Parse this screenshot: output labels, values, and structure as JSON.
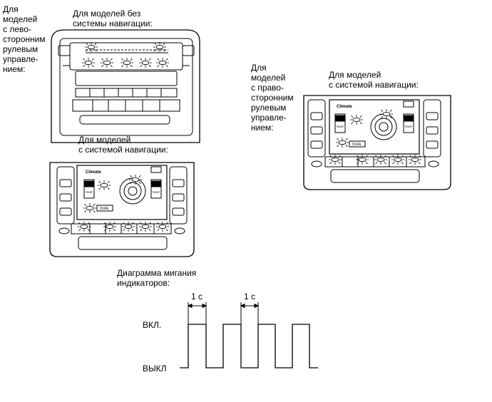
{
  "labels": {
    "lhd": "Для\nмоделей\nс лево-\nсторонним\nрулевым\nуправле-\nнием:",
    "no_nav": "Для моделей без\nсистемы навигации:",
    "nav_lhd": "Для моделей\nс системой навигации:",
    "rhd": "Для\nмоделей\nс право-\nсторонним\nрулевым\nуправле-\nнием:",
    "nav_rhd": "Для моделей\nс системой навигации:",
    "pattern_title": "Диаграмма мигания\nиндикаторов:"
  },
  "screen": {
    "climate": "Climate",
    "temp": "TEMP",
    "dual": "DUAL"
  },
  "timing": {
    "on_label": "ВКЛ.",
    "off_label": "ВЫКЛ",
    "period_label_1": "1 с",
    "period_label_2": "1 с"
  }
}
